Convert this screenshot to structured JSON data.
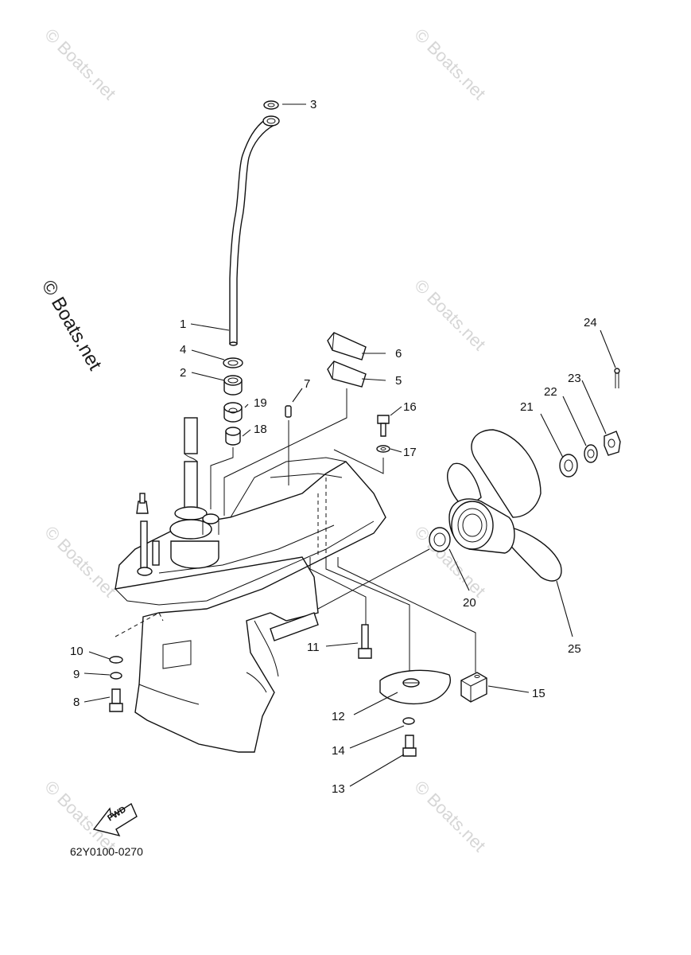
{
  "watermark": "© Boats.net",
  "drawing_code": "62Y0100-0270",
  "fwd_label": "FWD",
  "callouts": [
    "1",
    "2",
    "3",
    "4",
    "5",
    "6",
    "7",
    "8",
    "9",
    "10",
    "11",
    "12",
    "13",
    "14",
    "15",
    "16",
    "17",
    "18",
    "19",
    "20",
    "21",
    "22",
    "23",
    "24",
    "25"
  ]
}
